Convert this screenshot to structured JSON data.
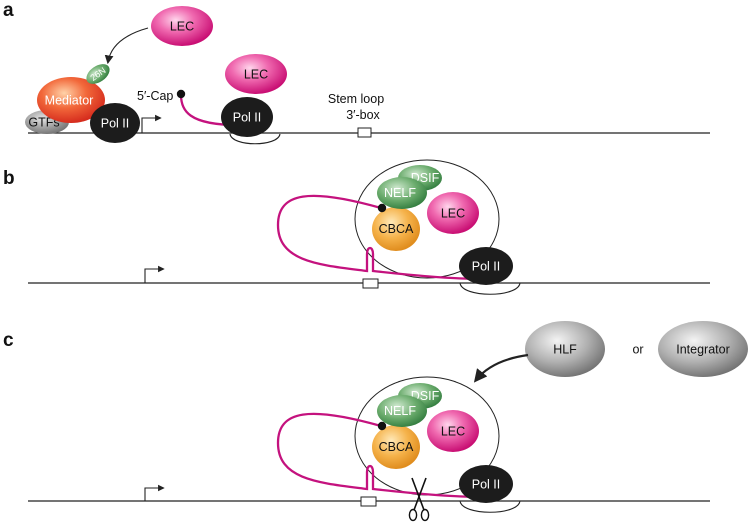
{
  "panels": {
    "a": {
      "letter": "a",
      "lec_free": "LEC",
      "lec_bound": "LEC",
      "subunit": "26N",
      "mediator": "Mediator",
      "gtfs": "GTFs",
      "pol_ii_promoter": "Pol II",
      "pol_ii_elongating": "Pol II",
      "cap": "5′-Cap",
      "stem_loop": "Stem loop",
      "box": "3′-box"
    },
    "b": {
      "letter": "b",
      "dsif": "DSIF",
      "nelf": "NELF",
      "lec": "LEC",
      "cbca": "CBCA",
      "pol_ii": "Pol II"
    },
    "c": {
      "letter": "c",
      "hlf": "HLF",
      "or": "or",
      "integrator": "Integrator",
      "dsif": "DSIF",
      "nelf": "NELF",
      "lec": "LEC",
      "cbca": "CBCA",
      "pol_ii": "Pol II"
    }
  },
  "colors": {
    "lec": "#e0338f",
    "rna": "#c4127e",
    "mediator": "#e8482a",
    "green": "#4f9b55",
    "cbca": "#f2a43a",
    "pol": "#1c1c1c",
    "gtfs": "#9a9a9a"
  }
}
